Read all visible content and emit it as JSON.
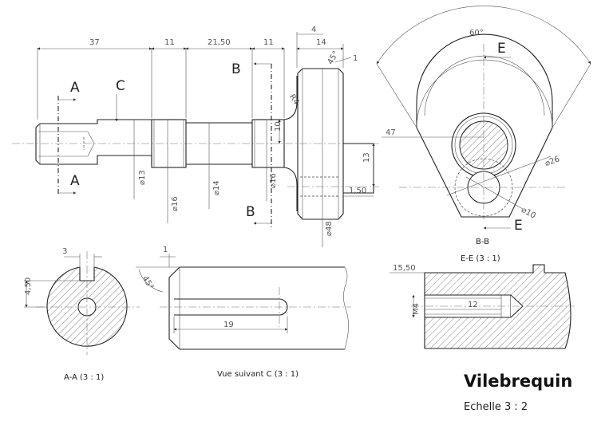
{
  "title": "Vilebrequin",
  "scale": "Echelle 3 : 2",
  "main_view": {
    "dims": [
      "37",
      "11",
      "21,50",
      "11",
      "4",
      "14",
      "45°",
      "1",
      "R4",
      "10",
      "13",
      "1,50"
    ],
    "diameters": [
      "⌀13",
      "⌀16",
      "⌀14",
      "⌀16",
      "⌀48"
    ],
    "section_letters": [
      "A",
      "A",
      "B",
      "B",
      "C"
    ]
  },
  "view_bb": {
    "caption": "B-B",
    "dims": [
      "60°",
      "47",
      "⌀26",
      "⌀10"
    ],
    "letters": [
      "E",
      "E"
    ]
  },
  "view_aa": {
    "caption": "A-A (3 : 1)",
    "dims": [
      "3",
      "4,50"
    ]
  },
  "view_c": {
    "caption": "Vue suivant C (3 : 1)",
    "dims": [
      "1",
      "45°",
      "19"
    ]
  },
  "view_ee": {
    "caption": "E-E (3 : 1)",
    "dims": [
      "15,50",
      "12",
      "M4"
    ]
  },
  "colors": {
    "line": "#222222",
    "hatch": "#555555"
  }
}
